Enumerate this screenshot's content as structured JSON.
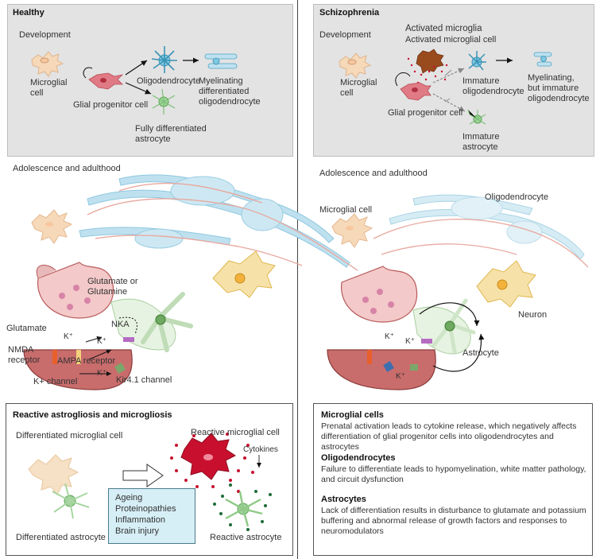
{
  "colors": {
    "grey_panel": "#e3e3e3",
    "microglia": "#f6d9b9",
    "progenitor": "#e07b85",
    "oligodendrocyte": "#7ec8e0",
    "astrocyte": "#9fd39a",
    "neuron": "#f2c9a0",
    "myelin": "#bfe1ef",
    "synapse": "#c96c6c",
    "activated_microglia": "#9a4b1e",
    "reactive_microglia": "#c8102e",
    "legend_fill": "#d6eef5"
  },
  "healthy": {
    "title": "Healthy",
    "development_label": "Development",
    "microglial_cell": "Microglial\ncell",
    "glial_progenitor": "Glial progenitor cell",
    "oligodendrocyte": "Oligodendrocyte",
    "myelinating": "Myelinating\ndifferentiated\noligodendrocyte",
    "fully_differentiated_astrocyte": "Fully differentiated\nastrocyte",
    "adolescence_label": "Adolescence and adulthood",
    "glutamate_or_glutamine": "Glutamate or\nGlutamine",
    "glutamate": "Glutamate",
    "nka": "NKA",
    "k_plus_1": "K⁺",
    "k_plus_2": "K⁺",
    "k_plus_3": "K⁺",
    "nmda_receptor": "NMDA\nreceptor",
    "ampa_receptor": "AMPA receptor",
    "k_channel": "K+ channel",
    "kir_channel": "Kir4.1 channel"
  },
  "schizophrenia": {
    "title": "Schizophrenia",
    "development_label": "Development",
    "activated_microglia": "Activated microglia",
    "activated_microglial_cell": "Activated microglial cell",
    "microglial_cell": "Microglial\ncell",
    "glial_progenitor": "Glial progenitor cell",
    "immature_oligodendrocyte": "Immature\noligodendrocyte",
    "myelinating_immature": "Myelinating,\nbut immature\noligodendrocyte",
    "immature_astrocyte": "Immature\nastrocyte",
    "adolescence_label": "Adolescence and adulthood",
    "microglial_cell_adult": "Microglial cell",
    "oligodendrocyte": "Oligodendrocyte",
    "neuron": "Neuron",
    "astrocyte": "Astrocyte",
    "k_plus_1": "K⁺",
    "k_plus_2": "K⁺",
    "k_plus_3": "K⁺"
  },
  "reactive": {
    "title": "Reactive astrogliosis and microgliosis",
    "differentiated_microglial": "Differentiated microglial cell",
    "differentiated_astrocyte": "Differentiated astrocyte",
    "reactive_microglial": "Reactive microglial cell",
    "cytokines": "Cytokines",
    "reactive_astrocyte": "Reactive astrocyte",
    "causes": [
      "Ageing",
      "Proteinopathies",
      "Inflammation",
      "Brain injury"
    ]
  },
  "summary": {
    "microglial_title": "Microglial cells",
    "microglial_text": "Prenatal activation leads to cytokine release, which negatively affects differentiation of glial progenitor cells into oligodendrocytes and astrocytes",
    "oligo_title": "Oligodendrocytes",
    "oligo_text": "Failure to differentiate leads to hypomyelination, white matter pathology, and circuit dysfunction",
    "astro_title": "Astrocytes",
    "astro_text": "Lack of differentiation results in disturbance to glutamate and potassium buffering and abnormal release of growth factors and responses to neuromodulators"
  }
}
